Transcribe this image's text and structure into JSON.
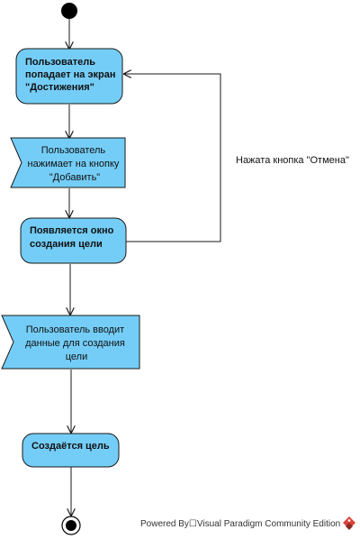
{
  "colors": {
    "node_fill": "#74cdf7",
    "node_stroke": "#1a1a1a",
    "edge": "#1a1a1a",
    "logo_red": "#d9423a",
    "logo_dark": "#8a2b26"
  },
  "nodes": {
    "n1": {
      "lines": [
        "Пользователь",
        "попадает на экран",
        "\"Достижения\""
      ]
    },
    "n2": {
      "lines": [
        "Пользователь",
        "нажимает на кнопку",
        "\"Добавить\""
      ]
    },
    "n3": {
      "lines": [
        "Появляется окно",
        "создания цели"
      ]
    },
    "n4": {
      "lines": [
        "Пользователь вводит",
        "данные для создания",
        "цели"
      ]
    },
    "n5": {
      "lines": [
        "Создаётся цель"
      ]
    }
  },
  "edges": {
    "loop_label": "Нажата кнопка \"Отмена\""
  },
  "footer": {
    "text": "Powered By☐Visual Paradigm Community Edition",
    "logo": "visual-paradigm-logo-icon"
  }
}
